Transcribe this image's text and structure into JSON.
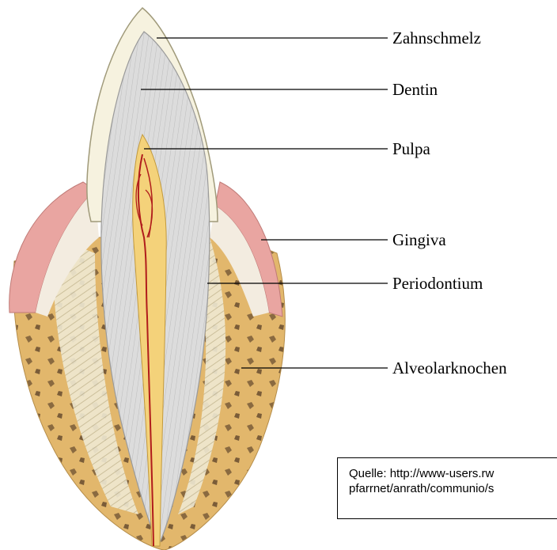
{
  "labels": {
    "enamel": "Zahnschmelz",
    "dentin": "Dentin",
    "pulp": "Pulpa",
    "gingiva": "Gingiva",
    "periodontium": "Periodontium",
    "alveolar_bone": "Alveolarknochen"
  },
  "source": {
    "line1": "Quelle: http://www-users.rw",
    "line2": "pfarrnet/anrath/communio/s"
  },
  "colors": {
    "enamel": "#f6f2df",
    "dentin": "#dcdcdc",
    "pulp": "#f4d27a",
    "blood": "#b01c1c",
    "gingiva": "#e9a5a1",
    "bone": "#e2b76c",
    "periodontium": "#efe9d2"
  }
}
